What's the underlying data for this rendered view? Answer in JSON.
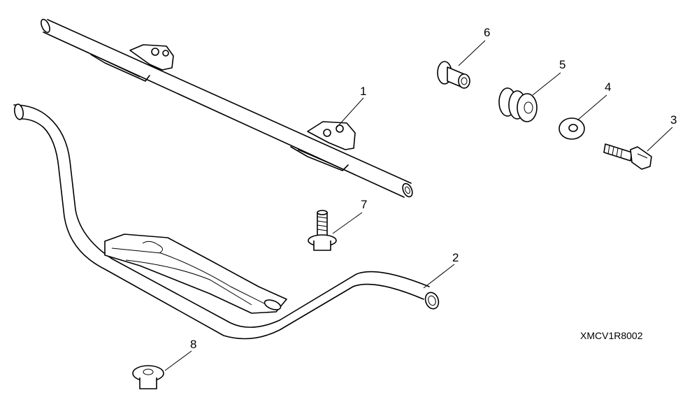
{
  "callouts": [
    {
      "number": "1",
      "part": "upper-bar"
    },
    {
      "number": "2",
      "part": "lower-bar"
    },
    {
      "number": "3",
      "part": "bolt"
    },
    {
      "number": "4",
      "part": "washer"
    },
    {
      "number": "5",
      "part": "rubber-grommet"
    },
    {
      "number": "6",
      "part": "collar"
    },
    {
      "number": "7",
      "part": "flange-bolt"
    },
    {
      "number": "8",
      "part": "flange-nut"
    }
  ],
  "diagram_code": "XMCV1R8002"
}
